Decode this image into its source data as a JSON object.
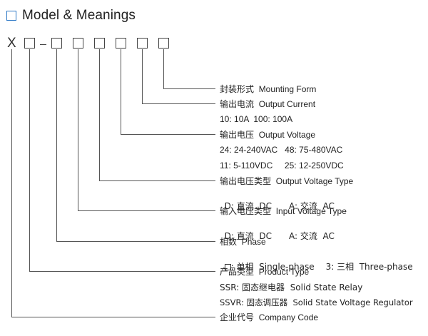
{
  "heading": {
    "title": "Model & Meanings"
  },
  "code": {
    "prefix": "X",
    "separator": "-"
  },
  "labels": {
    "mounting": {
      "cn": "封装形式",
      "en": "Mounting Form"
    },
    "current": {
      "cn": "输出电流",
      "en": "Output Current"
    },
    "current_opts": "10: 10A  100: 100A",
    "out_voltage": {
      "cn": "输出电压",
      "en": "Output Voltage"
    },
    "out_voltage_opts1": "24: 24-240VAC   48: 75-480VAC",
    "out_voltage_opts2": "11: 5-110VDC     25: 12-250VDC",
    "out_type": {
      "cn": "输出电压类型",
      "en": "Output Voltage Type"
    },
    "out_type_opts": {
      "d": "D: 直流  DC",
      "a": "A: 交流  AC"
    },
    "in_type": {
      "cn": "输入电压类型",
      "en": "Input Voltage Type"
    },
    "in_type_opts": {
      "d": "D: 直流  DC",
      "a": "A: 交流  AC"
    },
    "phase": {
      "cn": "相数",
      "en": "Phase"
    },
    "phase_opts": {
      "single": ": 单相  Single-phase",
      "three": "3: 三相  Three-phase"
    },
    "product": {
      "cn": "产品类型",
      "en": "Product Type"
    },
    "product_opt1": "SSR: 固态继电器  Solid State Relay",
    "product_opt2": "SSVR: 固态调压器  Solid State Voltage Regulator",
    "company": {
      "cn": "企业代号",
      "en": "Company Code"
    }
  }
}
